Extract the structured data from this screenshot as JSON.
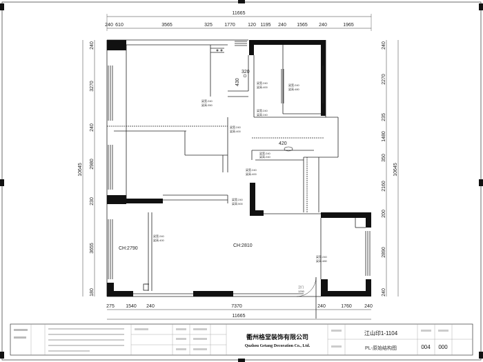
{
  "dimensions": {
    "overall": "11665",
    "overall_bottom": "11665",
    "top": [
      "240",
      "610",
      "3565",
      "325",
      "1770",
      "120",
      "1195",
      "240",
      "1565",
      "240",
      "1965"
    ],
    "bottom": [
      "275",
      "1540",
      "240",
      "7370",
      "240",
      "1760",
      "240"
    ],
    "left_total": "10645",
    "left": [
      "240",
      "3270",
      "240",
      "2980",
      "230",
      "3655",
      "180"
    ],
    "right_total": "10645",
    "right": [
      "240",
      "2270",
      "235",
      "1480",
      "350",
      "2160",
      "200",
      "2890",
      "240"
    ]
  },
  "ceiling_heights": {
    "left_room": "CH:2790",
    "main_room": "CH:2810"
  },
  "annotations": {
    "beam": "梁宽:240",
    "beam_h400": "梁高:400",
    "beam_h350": "梁高:350",
    "beam_h500": "梁高:500",
    "beam_h480": "梁高:480",
    "beam_h240": "梁高:240",
    "label_320": "320",
    "label_430": "430",
    "label_420": "420",
    "door": "卫门",
    "door2": "1250"
  },
  "title_block": {
    "company": "衢州格堂装饰有限公司",
    "company_en": "Quzhou Getang Decoration Co., Ltd.",
    "project": "江山印1-1104",
    "drawing": "PL-原始结构图",
    "drawing_no": "004",
    "sheet_no": "000"
  }
}
